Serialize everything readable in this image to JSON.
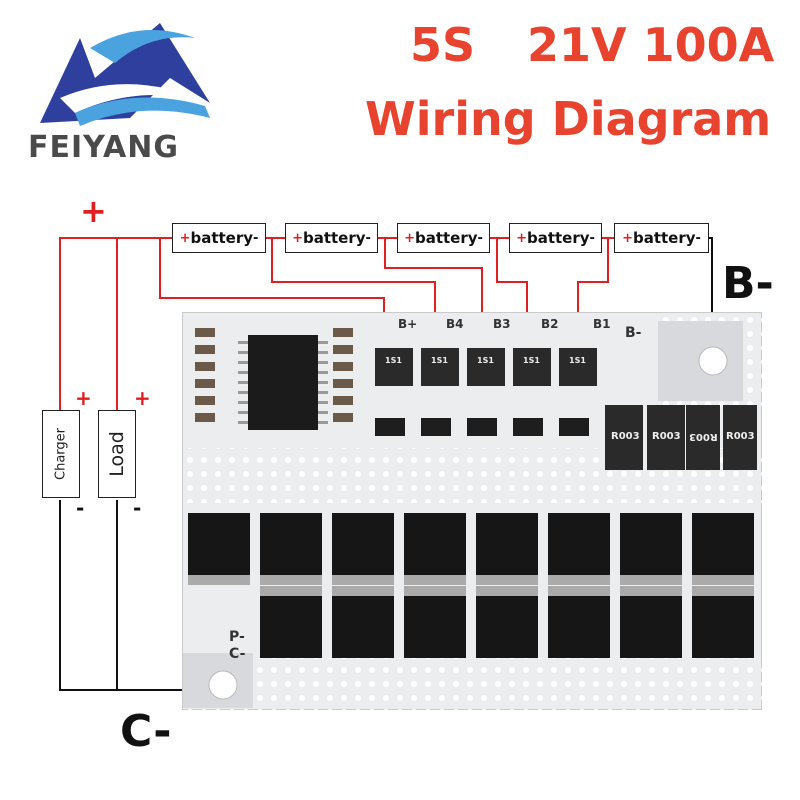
{
  "brand": {
    "name": "FEIYANG"
  },
  "title": {
    "line1_cells": "5S",
    "line1_spec": "21V 100A",
    "line2": "Wiring Diagram"
  },
  "batteries": [
    {
      "plus": "+",
      "label": "battery",
      "minus": "-"
    },
    {
      "plus": "+",
      "label": "battery",
      "minus": "-"
    },
    {
      "plus": "+",
      "label": "battery",
      "minus": "-"
    },
    {
      "plus": "+",
      "label": "battery",
      "minus": "-"
    },
    {
      "plus": "+",
      "label": "battery",
      "minus": "-"
    }
  ],
  "terminals": {
    "b_minus": "B-",
    "c_minus": "C-",
    "main_plus": "+"
  },
  "charger": {
    "label": "Charger",
    "plus": "+",
    "minus": "-"
  },
  "load": {
    "label": "Load",
    "plus": "+",
    "minus": "-"
  },
  "pcb_labels": {
    "b_plus": "B+",
    "b4": "B4",
    "b3": "B3",
    "b2": "B2",
    "b1": "B1",
    "b_minus": "B-",
    "p_minus": "P-",
    "c_minus": "C-",
    "resistor": "R003",
    "diode": "1S1"
  },
  "colors": {
    "title": "#e8432e",
    "wire_red": "#e02020",
    "wire_black": "#111111",
    "logo_blue": "#2f3f9e",
    "logo_light": "#4aa3df"
  }
}
